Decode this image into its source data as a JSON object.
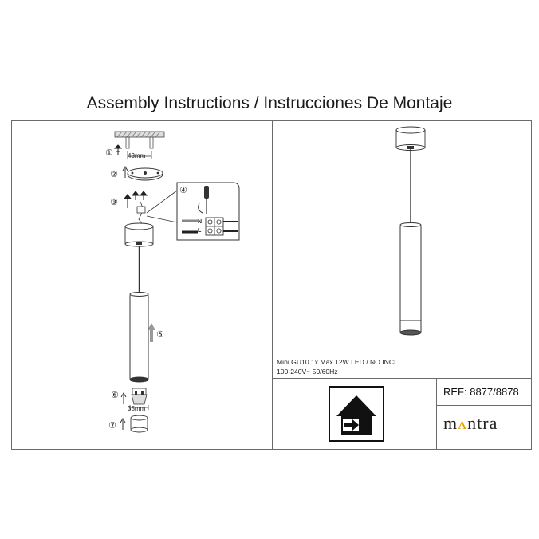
{
  "title": "Assembly Instructions / Instrucciones De Montaje",
  "steps": [
    "①",
    "②",
    "③",
    "④",
    "⑤",
    "⑥",
    "⑦"
  ],
  "dimensions": {
    "bracket_spacing": "43mm",
    "lamp_spacing": "35mm"
  },
  "wiring_labels": [
    "N",
    "L"
  ],
  "specs": {
    "line1": "Mini GU10 1x Max.12W LED / NO INCL.",
    "line2": "100-240V~ 50/60Hz"
  },
  "reference": "REF: 8877/8878",
  "brand": {
    "part1": "m",
    "arc": "ʌ",
    "part2": "ntra"
  },
  "icons": {
    "indoor": "indoor-use-icon"
  }
}
